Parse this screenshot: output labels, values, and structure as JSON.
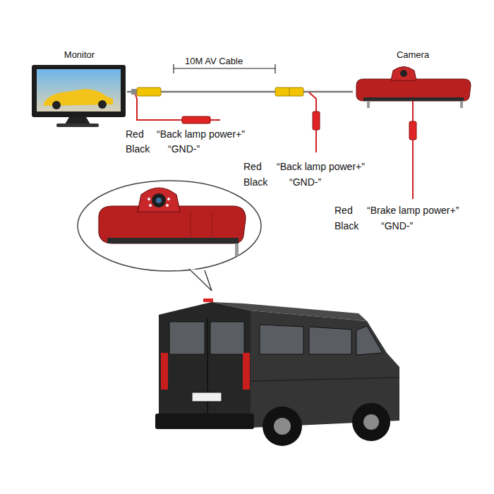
{
  "diagram": {
    "nodes": [
      {
        "text": [
          "Monitor"
        ]
      },
      {
        "text": [
          "Camera"
        ]
      }
    ],
    "edges": [
      {
        "from": 0,
        "to": 1,
        "arrow": "none"
      }
    ],
    "labels": [
      "10M AV Cable",
      "Red",
      "“Back lamp power+”",
      "Black",
      "“GND-”",
      "Red",
      "“Back lamp power+”",
      "Black",
      "“GND-”",
      "Red",
      "“Brake lamp power+”",
      "Black",
      "“GND-”"
    ]
  }
}
